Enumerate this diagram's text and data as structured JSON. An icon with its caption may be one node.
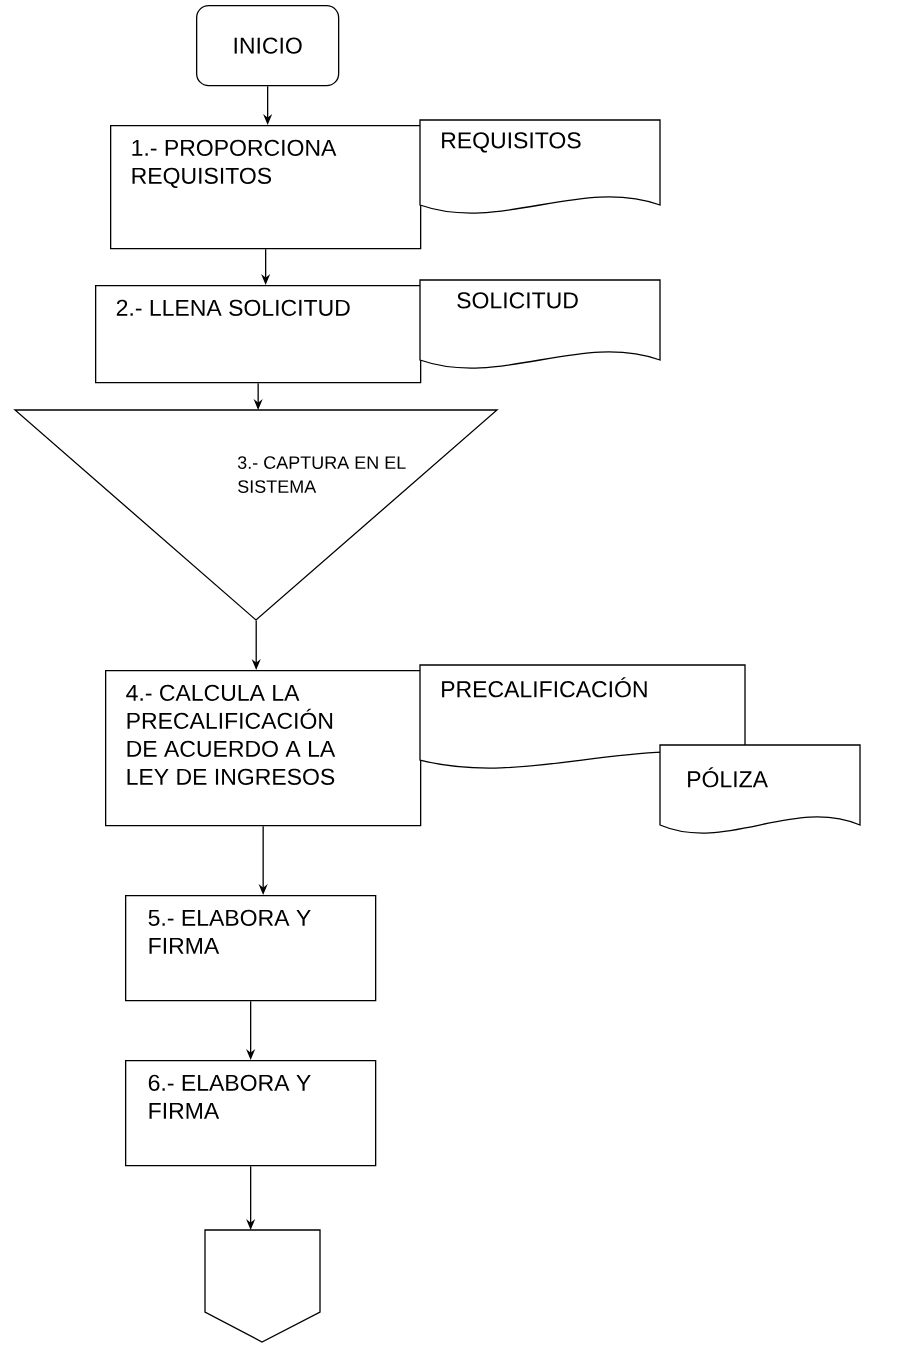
{
  "diagram": {
    "nodes": [
      {
        "text": [
          "INICIO"
        ]
      },
      {
        "text": [
          "1.- PROPORCIONA REQUISITOS"
        ]
      },
      {
        "text": [
          "REQUISITOS"
        ]
      },
      {
        "text": [
          "2.- LLENA SOLICITUD"
        ]
      },
      {
        "text": [
          "SOLICITUD"
        ]
      },
      {
        "text": [
          "3.- CAPTURA EN EL SISTEMA"
        ]
      },
      {
        "text": [
          "4.- CALCULA LA PRECALIFICACIÓN DE ACUERDO A LA LEY DE INGRESOS"
        ]
      },
      {
        "text": [
          "PRECALIFICACIÓN"
        ]
      },
      {
        "text": [
          "PÓLIZA"
        ]
      },
      {
        "text": [
          "5.- ELABORA Y FIRMA"
        ]
      },
      {
        "text": [
          "6.- ELABORA Y FIRMA"
        ]
      },
      {
        "text": [],
        "shape": "pentagon"
      }
    ],
    "edges": [
      {
        "from": 0,
        "to": 1,
        "arrow": "to"
      },
      {
        "from": 1,
        "to": 3,
        "arrow": "to"
      },
      {
        "from": 3,
        "to": 5,
        "arrow": "to"
      },
      {
        "from": 5,
        "to": 6,
        "arrow": "to"
      },
      {
        "from": 6,
        "to": 9,
        "arrow": "to"
      },
      {
        "from": 9,
        "to": 10,
        "arrow": "to"
      },
      {
        "from": 10,
        "to": 11,
        "arrow": "to"
      }
    ]
  }
}
